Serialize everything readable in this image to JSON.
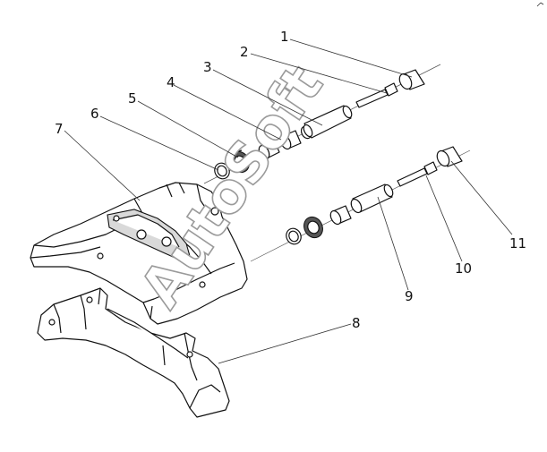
{
  "callouts": [
    {
      "number": "1"
    },
    {
      "number": "2"
    },
    {
      "number": "3"
    },
    {
      "number": "4"
    },
    {
      "number": "5"
    },
    {
      "number": "6"
    },
    {
      "number": "7"
    },
    {
      "number": "8"
    },
    {
      "number": "9"
    },
    {
      "number": "10"
    },
    {
      "number": "11"
    }
  ],
  "watermark": {
    "text": "AutoSoft"
  }
}
